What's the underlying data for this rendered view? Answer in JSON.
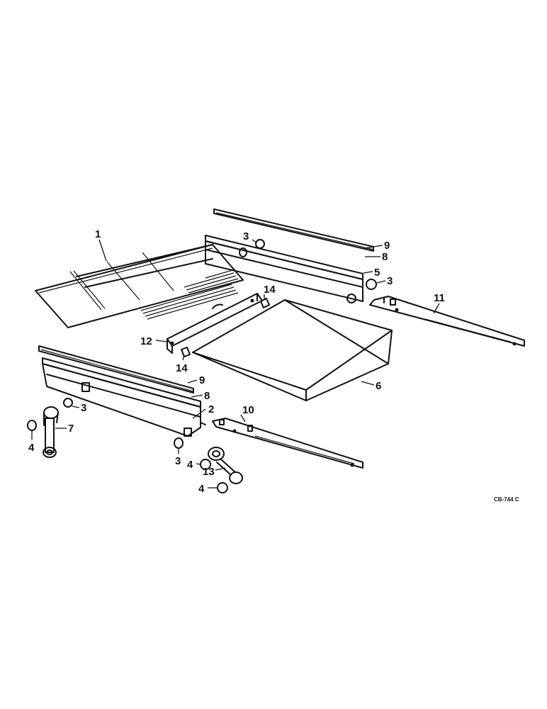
{
  "callouts": {
    "c1": "1",
    "c2": "2",
    "c3a": "3",
    "c3b": "3",
    "c3c": "3",
    "c3d": "3",
    "c4a": "4",
    "c4b": "4",
    "c4c": "4",
    "c5": "5",
    "c6": "6",
    "c7": "7",
    "c8a": "8",
    "c8b": "8",
    "c9a": "9",
    "c9b": "9",
    "c10": "10",
    "c11": "11",
    "c12": "12",
    "c13": "13",
    "c14a": "14",
    "c14b": "14"
  },
  "drawing_code": "CB-744 C"
}
